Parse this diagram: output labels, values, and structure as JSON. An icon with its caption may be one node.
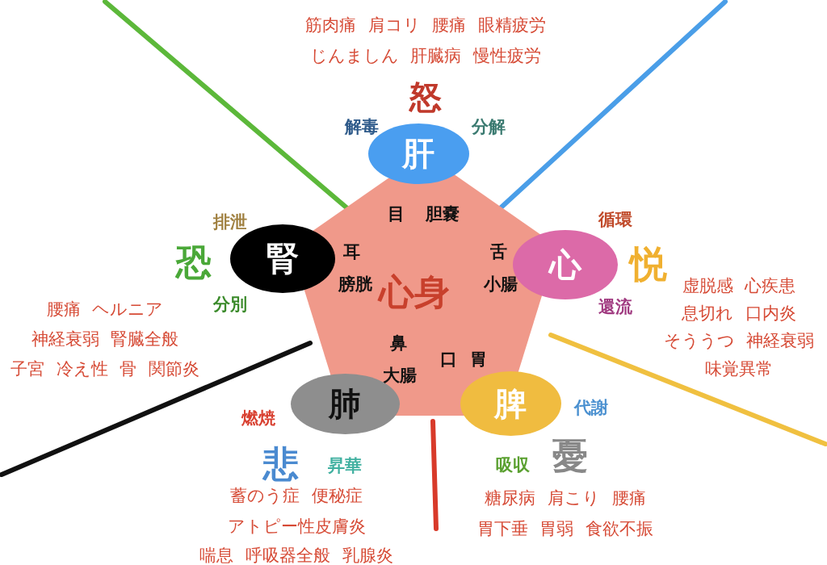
{
  "diagram": {
    "nodes": [
      {
        "text": [
          "心身"
        ]
      },
      {
        "text": [
          "肝"
        ],
        "beside": [
          "怒",
          "解毒",
          "分解",
          "筋肉痛 肩コリ 腰痛 眼精疲労",
          "じんましん 肝臓病 慢性疲労"
        ]
      },
      {
        "text": [
          "心"
        ],
        "beside": [
          "悦",
          "循環",
          "還流",
          "虚脱感 心疾患",
          "息切れ 口内炎",
          "そううつ 神経衰弱",
          "味覚異常"
        ]
      },
      {
        "text": [
          "脾"
        ],
        "beside": [
          "憂",
          "代謝",
          "吸収",
          "糖尿病 肩こり 腰痛",
          "胃下垂 胃弱 食欲不振"
        ]
      },
      {
        "text": [
          "肺"
        ],
        "beside": [
          "悲",
          "燃焼",
          "昇華",
          "蓄のう症 便秘症",
          "アトピー性皮膚炎",
          "喘息 呼吸器全般 乳腺炎"
        ]
      },
      {
        "text": [
          "腎"
        ],
        "beside": [
          "恐",
          "排泄",
          "分別",
          "腰痛 ヘルニア",
          "神経衰弱 腎臓全般",
          "子宮 冷え性 骨 関節炎"
        ]
      }
    ],
    "labels": [
      "目",
      "胆嚢",
      "耳",
      "舌",
      "膀胱",
      "小腸",
      "鼻",
      "口",
      "胃",
      "大腸"
    ]
  }
}
